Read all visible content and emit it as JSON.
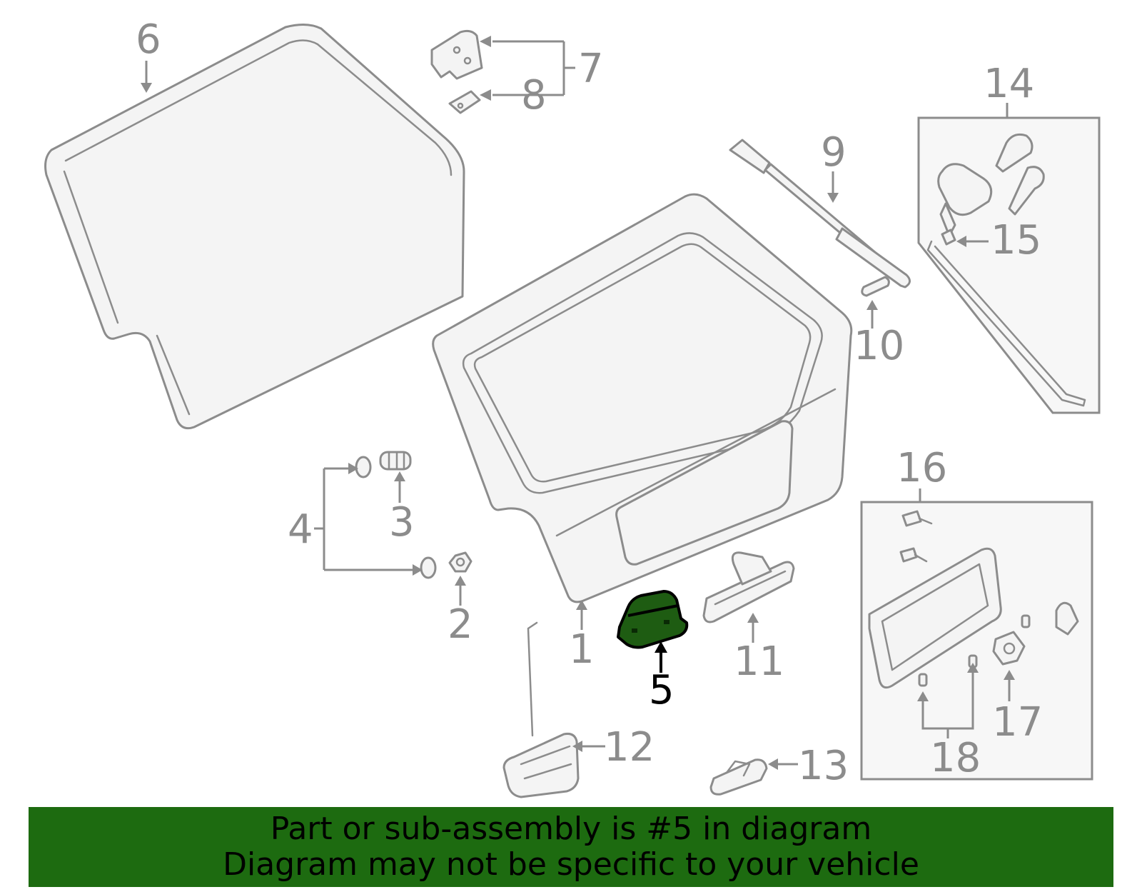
{
  "callouts": {
    "c1": "1",
    "c2": "2",
    "c3": "3",
    "c4": "4",
    "c5": "5",
    "c6": "6",
    "c7": "7",
    "c8": "8",
    "c9": "9",
    "c10": "10",
    "c11": "11",
    "c12": "12",
    "c13": "13",
    "c14": "14",
    "c15": "15",
    "c16": "16",
    "c17": "17",
    "c18": "18"
  },
  "highlighted_part": "5",
  "colors": {
    "line": "#8c8c8c",
    "highlight_fill": "#1e5c12",
    "banner_bg": "#1d6b10"
  },
  "banner": {
    "line1": "Part or sub-assembly is #5 in diagram",
    "line2": "Diagram may not be specific to your vehicle"
  }
}
